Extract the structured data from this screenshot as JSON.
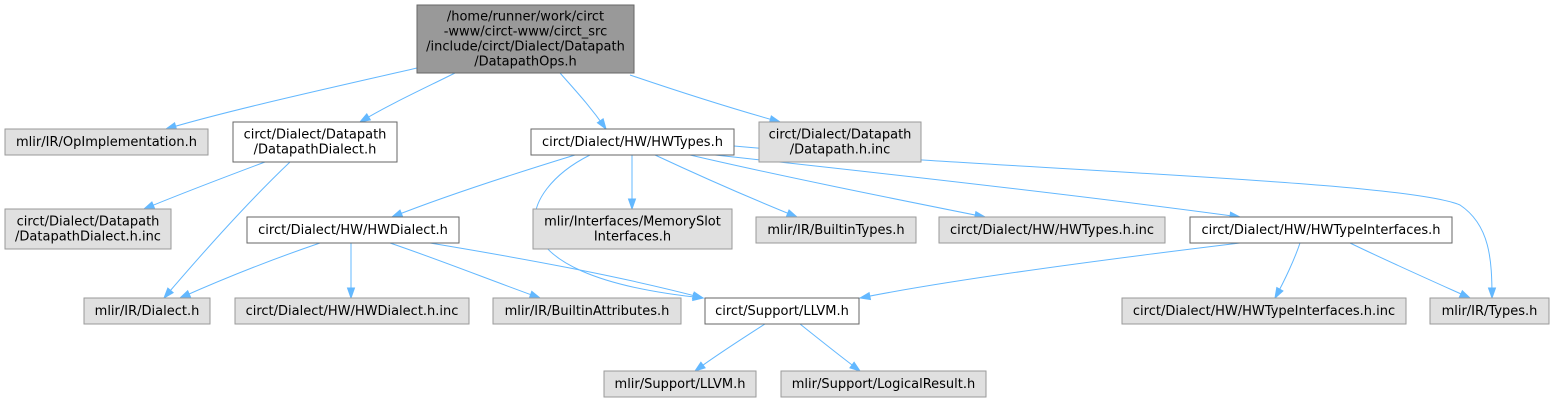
{
  "colors": {
    "root_fill": "#999999",
    "root_stroke": "#666666",
    "internal_fill": "#ffffff",
    "internal_stroke": "#666666",
    "external_fill": "#e0e0e0",
    "external_stroke": "#999999",
    "edge": "#63b8ff"
  },
  "nodes": [
    {
      "id": "root",
      "kind": "root",
      "lines": [
        "/home/runner/work/circt",
        "-www/circt-www/circt_src",
        "/include/circt/Dialect/Datapath",
        "/DatapathOps.h"
      ]
    },
    {
      "id": "opimpl",
      "kind": "external",
      "lines": [
        "mlir/IR/OpImplementation.h"
      ]
    },
    {
      "id": "dpdialect",
      "kind": "internal",
      "lines": [
        "circt/Dialect/Datapath",
        "/DatapathDialect.h"
      ]
    },
    {
      "id": "hwtypes",
      "kind": "internal",
      "lines": [
        "circt/Dialect/HW/HWTypes.h"
      ]
    },
    {
      "id": "dpinc",
      "kind": "external",
      "lines": [
        "circt/Dialect/Datapath",
        "/Datapath.h.inc"
      ]
    },
    {
      "id": "dpdialectinc",
      "kind": "external",
      "lines": [
        "circt/Dialect/Datapath",
        "/DatapathDialect.h.inc"
      ]
    },
    {
      "id": "hwdialect",
      "kind": "internal",
      "lines": [
        "circt/Dialect/HW/HWDialect.h"
      ]
    },
    {
      "id": "memslot",
      "kind": "external",
      "lines": [
        "mlir/Interfaces/MemorySlot",
        "Interfaces.h"
      ]
    },
    {
      "id": "builtintypes",
      "kind": "external",
      "lines": [
        "mlir/IR/BuiltinTypes.h"
      ]
    },
    {
      "id": "hwtypesinc",
      "kind": "external",
      "lines": [
        "circt/Dialect/HW/HWTypes.h.inc"
      ]
    },
    {
      "id": "hwtypeif",
      "kind": "internal",
      "lines": [
        "circt/Dialect/HW/HWTypeInterfaces.h"
      ]
    },
    {
      "id": "dialect",
      "kind": "external",
      "lines": [
        "mlir/IR/Dialect.h"
      ]
    },
    {
      "id": "hwdialectinc",
      "kind": "external",
      "lines": [
        "circt/Dialect/HW/HWDialect.h.inc"
      ]
    },
    {
      "id": "builtinattrs",
      "kind": "external",
      "lines": [
        "mlir/IR/BuiltinAttributes.h"
      ]
    },
    {
      "id": "llvm",
      "kind": "internal",
      "lines": [
        "circt/Support/LLVM.h"
      ]
    },
    {
      "id": "hwtypeifinc",
      "kind": "external",
      "lines": [
        "circt/Dialect/HW/HWTypeInterfaces.h.inc"
      ]
    },
    {
      "id": "types",
      "kind": "external",
      "lines": [
        "mlir/IR/Types.h"
      ]
    },
    {
      "id": "mlirllvm",
      "kind": "external",
      "lines": [
        "mlir/Support/LLVM.h"
      ]
    },
    {
      "id": "logicalresult",
      "kind": "external",
      "lines": [
        "mlir/Support/LogicalResult.h"
      ]
    }
  ],
  "edges": [
    {
      "from": "root",
      "to": "opimpl"
    },
    {
      "from": "root",
      "to": "dpdialect"
    },
    {
      "from": "root",
      "to": "hwtypes"
    },
    {
      "from": "root",
      "to": "dpinc"
    },
    {
      "from": "dpdialect",
      "to": "dpdialectinc"
    },
    {
      "from": "dpdialect",
      "to": "dialect"
    },
    {
      "from": "hwtypes",
      "to": "hwdialect"
    },
    {
      "from": "hwtypes",
      "to": "memslot"
    },
    {
      "from": "hwtypes",
      "to": "builtintypes"
    },
    {
      "from": "hwtypes",
      "to": "hwtypesinc"
    },
    {
      "from": "hwtypes",
      "to": "hwtypeif"
    },
    {
      "from": "hwtypes",
      "to": "llvm"
    },
    {
      "from": "hwtypes",
      "to": "types"
    },
    {
      "from": "hwdialect",
      "to": "dialect"
    },
    {
      "from": "hwdialect",
      "to": "hwdialectinc"
    },
    {
      "from": "hwdialect",
      "to": "builtinattrs"
    },
    {
      "from": "hwdialect",
      "to": "llvm"
    },
    {
      "from": "hwtypeif",
      "to": "llvm"
    },
    {
      "from": "hwtypeif",
      "to": "hwtypeifinc"
    },
    {
      "from": "hwtypeif",
      "to": "types"
    },
    {
      "from": "llvm",
      "to": "mlirllvm"
    },
    {
      "from": "llvm",
      "to": "logicalresult"
    }
  ]
}
